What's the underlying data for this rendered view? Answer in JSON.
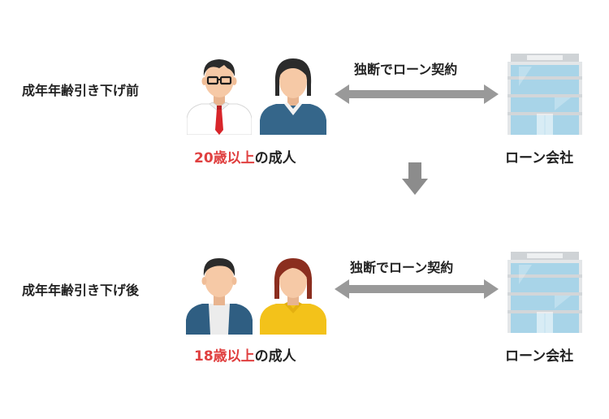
{
  "rows": [
    {
      "label": "成年年齢引き下げ前",
      "caption_highlight": "20歳以上",
      "caption_rest": "の成人",
      "contract": "独断でローン契約",
      "company": "ローン会社"
    },
    {
      "label": "成年年齢引き下げ後",
      "caption_highlight": "18歳以上",
      "caption_rest": "の成人",
      "contract": "独断でローン契約",
      "company": "ローン会社"
    }
  ],
  "colors": {
    "highlight": "#e04040",
    "arrow": "#999999",
    "down_arrow": "#8c8c8c",
    "building": "#a8d4e8",
    "skin": "#f6c9a6",
    "hair_dark": "#2b2b2b",
    "hair_brown": "#8b2e1f",
    "navy": "#35668a",
    "yellow": "#f3c21a"
  }
}
